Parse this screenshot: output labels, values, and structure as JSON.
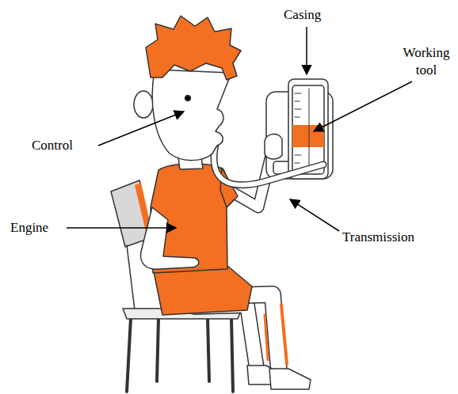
{
  "diagram": {
    "labels": [
      "Casing",
      "Working tool",
      "Control",
      "Engine",
      "Transmission"
    ]
  }
}
